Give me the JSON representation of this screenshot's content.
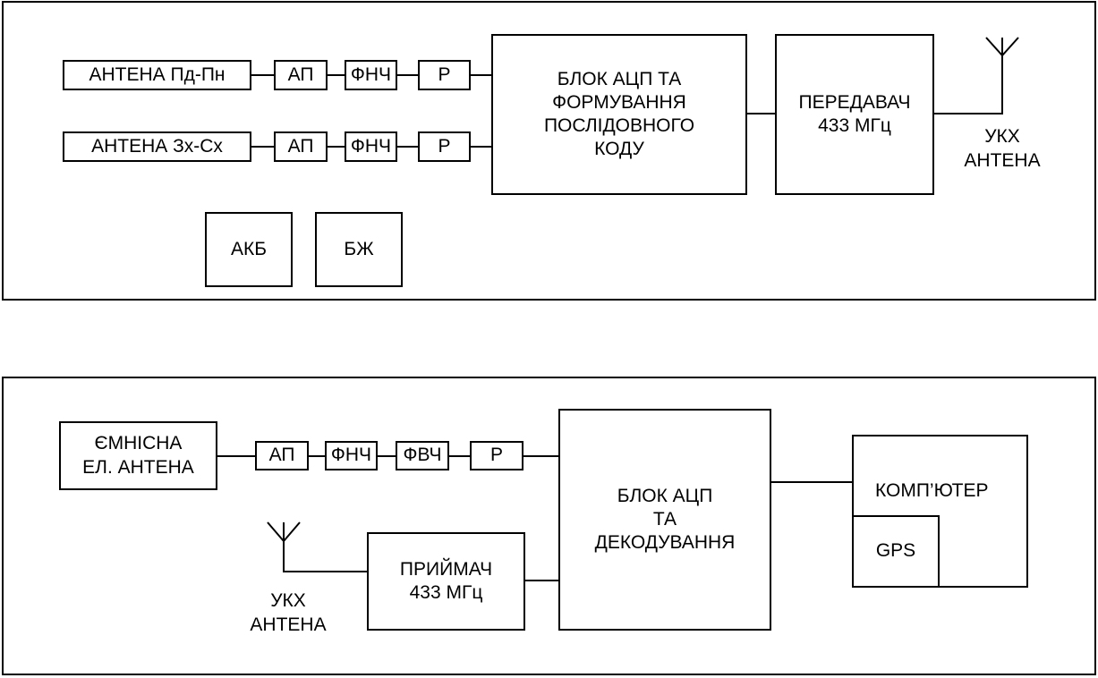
{
  "transmitter": {
    "antenna_ns": "АНТЕНА Пд-Пн",
    "antenna_we": "АНТЕНА Зх-Сх",
    "amp": "АП",
    "lpf": "ФНЧ",
    "r": "Р",
    "adc_block": "БЛОК АЦП ТА\nФОРМУВАННЯ\nПОСЛІДОВНОГО\nКОДУ",
    "tx": "ПЕРЕДАВАЧ\n433 МГц",
    "vhf_antenna": "УКХ\nАНТЕНА",
    "battery": "АКБ",
    "psu": "БЖ"
  },
  "receiver": {
    "cap_antenna": "ЄМНІСНА\nЕЛ. АНТЕНА",
    "amp": "АП",
    "lpf": "ФНЧ",
    "hpf": "ФВЧ",
    "r": "Р",
    "adc_block": "БЛОК АЦП\nТА\nДЕКОДУВАННЯ",
    "computer": "КОМП’ЮТЕР",
    "gps": "GPS",
    "rx": "ПРИЙМАЧ\n433 МГц",
    "vhf_antenna": "УКХ\nАНТЕНА"
  }
}
